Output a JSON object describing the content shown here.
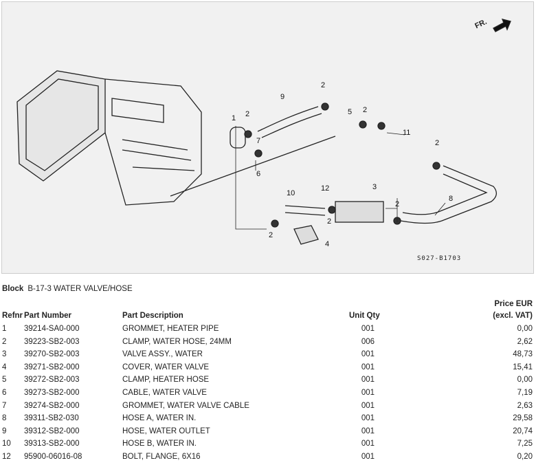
{
  "diagram": {
    "front_label": "FR.",
    "code": "S027-B1703",
    "callouts": [
      "1",
      "2",
      "9",
      "2",
      "5",
      "2",
      "11",
      "2",
      "7",
      "6",
      "8",
      "3",
      "12",
      "10",
      "2",
      "2",
      "2",
      "4"
    ]
  },
  "block": {
    "label": "Block",
    "name": "B-17-3 WATER VALVE/HOSE"
  },
  "table": {
    "headers": {
      "refnr": "Refnr",
      "part_number": "Part Number",
      "description": "Part Description",
      "qty": "Unit Qty",
      "price_line1": "Price EUR",
      "price_line2": "(excl. VAT)"
    },
    "rows": [
      {
        "ref": "1",
        "pn": "39214-SA0-000",
        "desc": "GROMMET, HEATER PIPE",
        "qty": "001",
        "price": "0,00"
      },
      {
        "ref": "2",
        "pn": "39223-SB2-003",
        "desc": "CLAMP, WATER HOSE, 24MM",
        "qty": "006",
        "price": "2,62"
      },
      {
        "ref": "3",
        "pn": "39270-SB2-003",
        "desc": "VALVE ASSY., WATER",
        "qty": "001",
        "price": "48,73"
      },
      {
        "ref": "4",
        "pn": "39271-SB2-000",
        "desc": "COVER, WATER VALVE",
        "qty": "001",
        "price": "15,41"
      },
      {
        "ref": "5",
        "pn": "39272-SB2-003",
        "desc": "CLAMP, HEATER HOSE",
        "qty": "001",
        "price": "0,00"
      },
      {
        "ref": "6",
        "pn": "39273-SB2-000",
        "desc": "CABLE, WATER VALVE",
        "qty": "001",
        "price": "7,19"
      },
      {
        "ref": "7",
        "pn": "39274-SB2-000",
        "desc": "GROMMET, WATER VALVE CABLE",
        "qty": "001",
        "price": "2,63"
      },
      {
        "ref": "8",
        "pn": "39311-SB2-030",
        "desc": "HOSE A, WATER IN.",
        "qty": "001",
        "price": "29,58"
      },
      {
        "ref": "9",
        "pn": "39312-SB2-000",
        "desc": "HOSE, WATER OUTLET",
        "qty": "001",
        "price": "20,74"
      },
      {
        "ref": "10",
        "pn": "39313-SB2-000",
        "desc": "HOSE B, WATER IN.",
        "qty": "001",
        "price": "7,25"
      },
      {
        "ref": "12",
        "pn": "95900-06016-08",
        "desc": "BOLT, FLANGE, 6X16",
        "qty": "001",
        "price": "0,20"
      }
    ]
  }
}
